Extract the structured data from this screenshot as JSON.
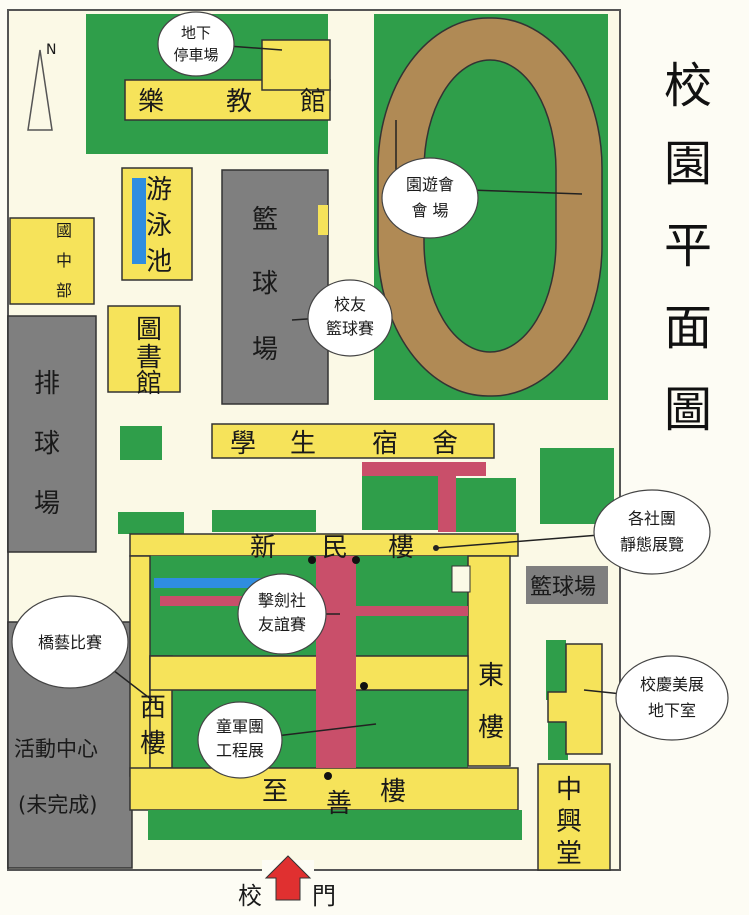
{
  "title": [
    "校",
    "園",
    "平",
    "面",
    "圖"
  ],
  "north": "N",
  "gate": [
    "校",
    "門"
  ],
  "buildings": {
    "music_hall": [
      "樂",
      "教",
      "館"
    ],
    "pool": [
      "游",
      "泳",
      "池"
    ],
    "basketball_main": [
      "籃",
      "球",
      "場"
    ],
    "junior_high": [
      "國",
      "中",
      "部"
    ],
    "library": [
      "圖",
      "書",
      "館"
    ],
    "volleyball": [
      "排",
      "球",
      "場"
    ],
    "dorm": [
      "學",
      "生",
      "宿",
      "舍"
    ],
    "xinmin": [
      "新",
      "民",
      "樓"
    ],
    "east": [
      "東",
      "樓"
    ],
    "west": [
      "西",
      "樓"
    ],
    "zhishan": [
      "至",
      "善",
      "樓"
    ],
    "basketball_small": "籃球場",
    "zhongxing": [
      "中",
      "興",
      "堂"
    ],
    "activity_center": "活動中心",
    "activity_center_note": "(未完成)"
  },
  "callouts": {
    "parking": [
      "地下",
      "停車場"
    ],
    "fair": [
      "園遊會",
      "會 場"
    ],
    "alumni": [
      "校友",
      "籃球賽"
    ],
    "clubs": [
      "各社團",
      "靜態展覽"
    ],
    "fencing": [
      "擊劍社",
      "友誼賽"
    ],
    "bridge": [
      "橋藝比賽"
    ],
    "scouts": [
      "童軍團",
      "工程展"
    ],
    "anniversary": [
      "校慶美展",
      "地下室"
    ]
  },
  "colors": {
    "building": "#f6e35a",
    "grass": "#2f9e4a",
    "court": "#7f7f7f",
    "track": "#b08a55",
    "pool": "#2f8de0",
    "path": "#c94f6a",
    "arrow": "#e03030"
  }
}
